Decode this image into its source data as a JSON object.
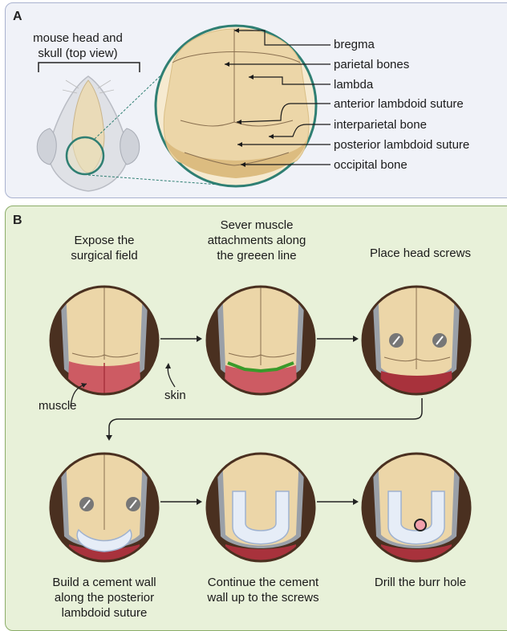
{
  "panel_a": {
    "letter": "A",
    "mouse_caption_line1": "mouse head and",
    "mouse_caption_line2": "skull (top view)",
    "labels": [
      "bregma",
      "parietal bones",
      "lambda",
      "anterior lambdoid suture",
      "interparietal bone",
      "posterior lambdoid suture",
      "occipital bone"
    ]
  },
  "panel_b": {
    "letter": "B",
    "steps": [
      {
        "line1": "Expose the",
        "line2": "surgical field",
        "line3": ""
      },
      {
        "line1": "Sever muscle",
        "line2": "attachments along",
        "line3": "the greeen line"
      },
      {
        "line1": "Place head screws",
        "line2": "",
        "line3": ""
      },
      {
        "line1": "Build a cement wall",
        "line2": "along the posterior",
        "line3": "lambdoid suture"
      },
      {
        "line1": "Continue the cement",
        "line2": "wall up to the screws",
        "line3": ""
      },
      {
        "line1": "Drill the burr hole",
        "line2": "",
        "line3": ""
      }
    ],
    "annotations": {
      "muscle": "muscle",
      "skin": "skin"
    }
  },
  "colors": {
    "panel_a_bg": "#f0f2f8",
    "panel_b_bg": "#e8f1d9",
    "skin_brown": "#4a3020",
    "bone": "#ecd6a8",
    "muscle": "#cd5b63",
    "muscle_dark": "#a8323c",
    "cement": "#e6edf7",
    "green_line": "#3a9a2a",
    "teal": "#2f7f73"
  }
}
